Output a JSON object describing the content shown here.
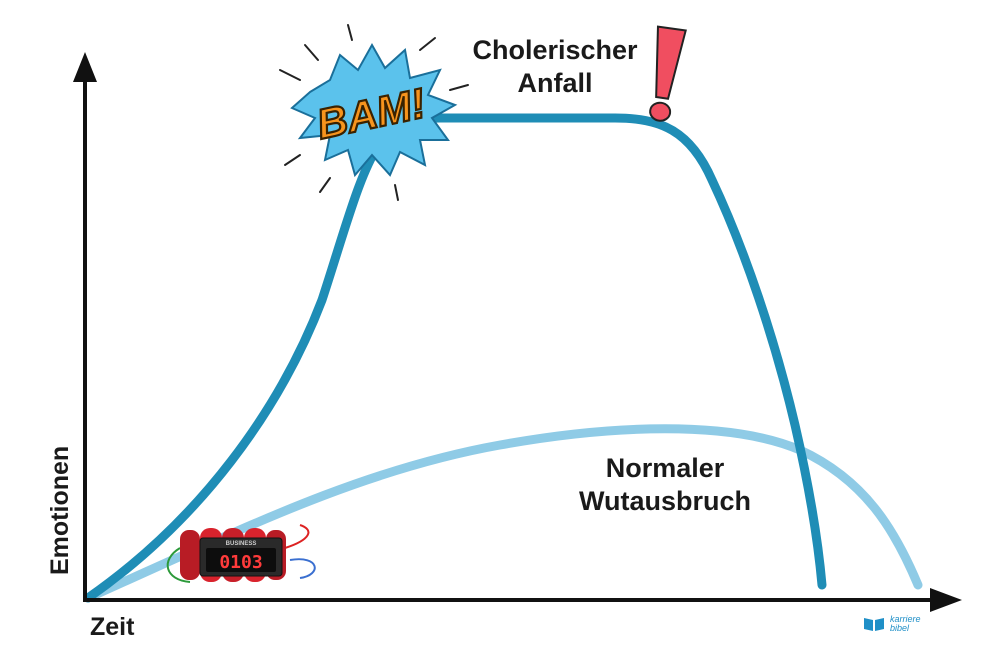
{
  "axes": {
    "x_label": "Zeit",
    "y_label": "Emotionen"
  },
  "curves": {
    "choleric": {
      "label_line1": "Cholerischer",
      "label_line2": "Anfall",
      "color": "#1f8db6"
    },
    "normal": {
      "label_line1": "Normaler",
      "label_line2": "Wutausbruch",
      "color": "#8fcbe6"
    }
  },
  "bam": {
    "text": "BAM!",
    "fill": "#f7941d",
    "burst": "#5bc2ec"
  },
  "exclamation": {
    "text": "!",
    "color": "#f04e60"
  },
  "bomb": {
    "brand": "BUSINESS",
    "timer": "0103",
    "color": "#d9232d"
  },
  "logo": {
    "line1": "karriere",
    "line2": "bibel"
  }
}
